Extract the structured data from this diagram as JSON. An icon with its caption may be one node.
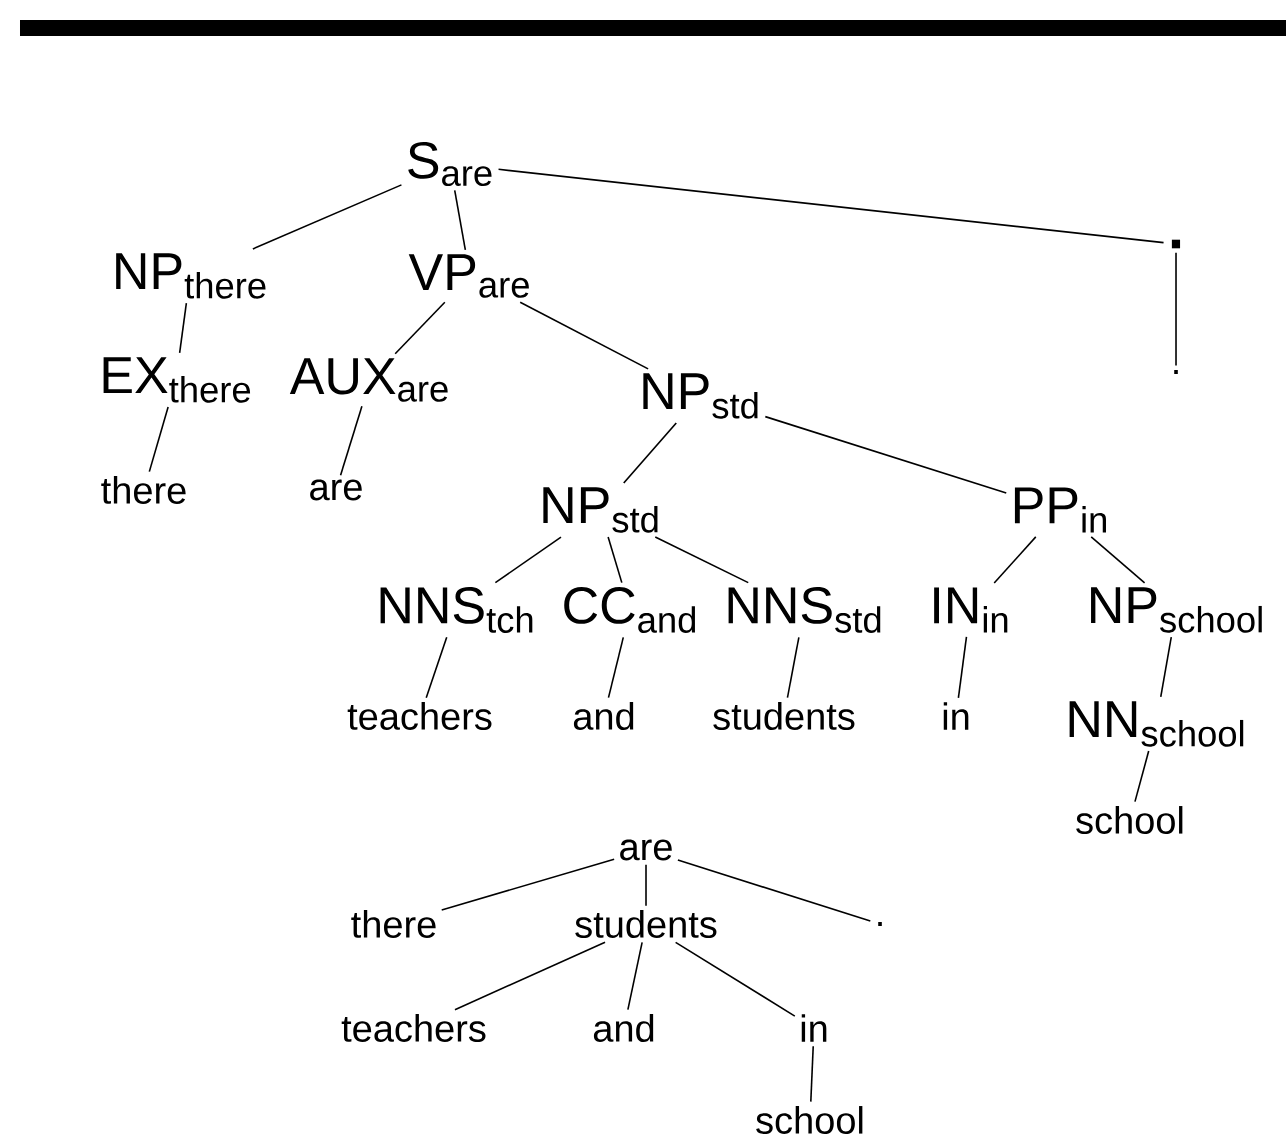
{
  "diagram": {
    "nodes": [
      {
        "text": [
          "S$_{are}$"
        ]
      },
      {
        "text": [
          "NP$_{there}$"
        ]
      },
      {
        "text": [
          "VP$_{are}$"
        ]
      },
      {
        "text": [
          "."
        ]
      },
      {
        "text": [
          "EX$_{there}$"
        ]
      },
      {
        "text": [
          "AUX$_{are}$"
        ]
      },
      {
        "text": [
          "NP$_{std}$"
        ]
      },
      {
        "text": [
          "."
        ]
      },
      {
        "text": [
          "there"
        ]
      },
      {
        "text": [
          "are"
        ]
      },
      {
        "text": [
          "NP$_{std}$"
        ]
      },
      {
        "text": [
          "PP$_{in}$"
        ]
      },
      {
        "text": [
          "NNS$_{tch}$"
        ]
      },
      {
        "text": [
          "CC$_{and}$"
        ]
      },
      {
        "text": [
          "NNS$_{std}$"
        ]
      },
      {
        "text": [
          "IN$_{in}$"
        ]
      },
      {
        "text": [
          "NP$_{school}$"
        ]
      },
      {
        "text": [
          "teachers"
        ]
      },
      {
        "text": [
          "and"
        ]
      },
      {
        "text": [
          "students"
        ]
      },
      {
        "text": [
          "in"
        ]
      },
      {
        "text": [
          "NN$_{school}$"
        ]
      },
      {
        "text": [
          "school"
        ]
      },
      {
        "text": [
          "are"
        ]
      },
      {
        "text": [
          "there"
        ]
      },
      {
        "text": [
          "students"
        ]
      },
      {
        "text": [
          "."
        ]
      },
      {
        "text": [
          "teachers"
        ]
      },
      {
        "text": [
          "and"
        ]
      },
      {
        "text": [
          "in"
        ]
      },
      {
        "text": [
          "school"
        ]
      }
    ],
    "edges": [
      {
        "from": 0,
        "to": 1,
        "arrow": "none"
      },
      {
        "from": 0,
        "to": 2,
        "arrow": "none"
      },
      {
        "from": 0,
        "to": 3,
        "arrow": "none"
      },
      {
        "from": 1,
        "to": 4,
        "arrow": "none"
      },
      {
        "from": 2,
        "to": 5,
        "arrow": "none"
      },
      {
        "from": 2,
        "to": 6,
        "arrow": "none"
      },
      {
        "from": 3,
        "to": 7,
        "arrow": "none"
      },
      {
        "from": 4,
        "to": 8,
        "arrow": "none"
      },
      {
        "from": 5,
        "to": 9,
        "arrow": "none"
      },
      {
        "from": 6,
        "to": 10,
        "arrow": "none"
      },
      {
        "from": 6,
        "to": 11,
        "arrow": "none"
      },
      {
        "from": 10,
        "to": 12,
        "arrow": "none"
      },
      {
        "from": 10,
        "to": 13,
        "arrow": "none"
      },
      {
        "from": 10,
        "to": 14,
        "arrow": "none"
      },
      {
        "from": 11,
        "to": 15,
        "arrow": "none"
      },
      {
        "from": 11,
        "to": 16,
        "arrow": "none"
      },
      {
        "from": 12,
        "to": 17,
        "arrow": "none"
      },
      {
        "from": 13,
        "to": 18,
        "arrow": "none"
      },
      {
        "from": 14,
        "to": 19,
        "arrow": "none"
      },
      {
        "from": 15,
        "to": 20,
        "arrow": "none"
      },
      {
        "from": 16,
        "to": 21,
        "arrow": "none"
      },
      {
        "from": 21,
        "to": 22,
        "arrow": "none"
      },
      {
        "from": 23,
        "to": 24,
        "arrow": "none"
      },
      {
        "from": 23,
        "to": 25,
        "arrow": "none"
      },
      {
        "from": 23,
        "to": 26,
        "arrow": "none"
      },
      {
        "from": 25,
        "to": 27,
        "arrow": "none"
      },
      {
        "from": 25,
        "to": 28,
        "arrow": "none"
      },
      {
        "from": 25,
        "to": 29,
        "arrow": "none"
      },
      {
        "from": 29,
        "to": 30,
        "arrow": "none"
      }
    ]
  }
}
